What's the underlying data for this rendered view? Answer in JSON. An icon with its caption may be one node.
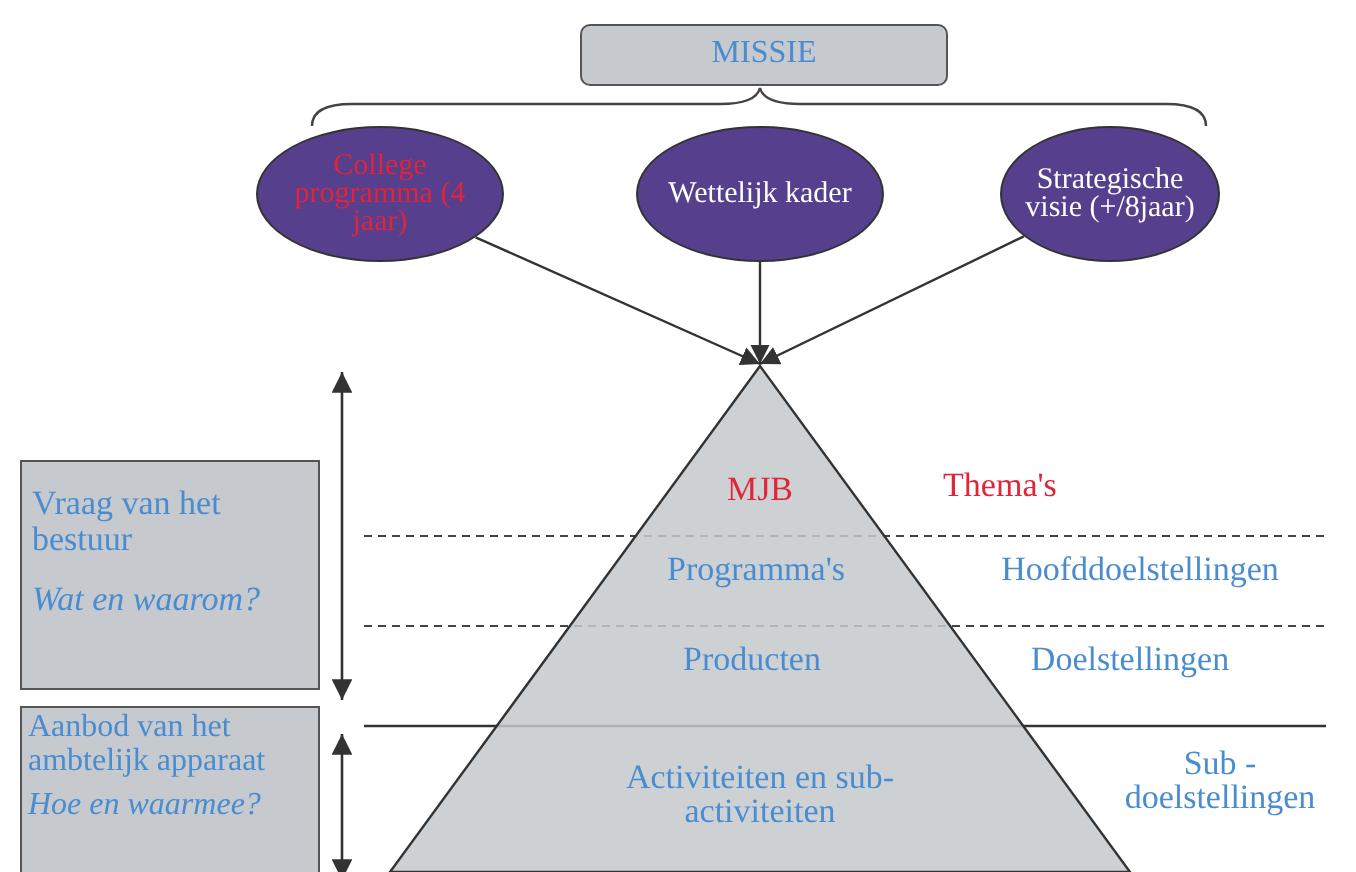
{
  "diagram": {
    "nodes": [
      {
        "text": [
          "MISSIE"
        ]
      },
      {
        "text": [
          "College programma (4 jaar)"
        ]
      },
      {
        "text": [
          "Wettelijk kader"
        ]
      },
      {
        "text": [
          "Strategische visie (+/8jaar)"
        ]
      },
      {
        "text": [],
        "shape": "triangle"
      },
      {
        "text": [
          "Vraag van het bestuur",
          "Wat en waarom?"
        ]
      },
      {
        "text": [
          "Aanbod van het ambtelijk apparaat",
          "Hoe en waarmee?"
        ]
      }
    ],
    "edges": [
      {
        "from": 1,
        "to": 4,
        "arrow": "to"
      },
      {
        "from": 2,
        "to": 4,
        "arrow": "to"
      },
      {
        "from": 3,
        "to": 4,
        "arrow": "to"
      }
    ],
    "labels": [
      "MJB",
      "Thema's",
      "Programma's",
      "Hoofddoelstellingen",
      "Producten",
      "Doelstellingen",
      "Activiteiten en sub- activiteiten",
      "Sub - doelstellingen"
    ]
  }
}
